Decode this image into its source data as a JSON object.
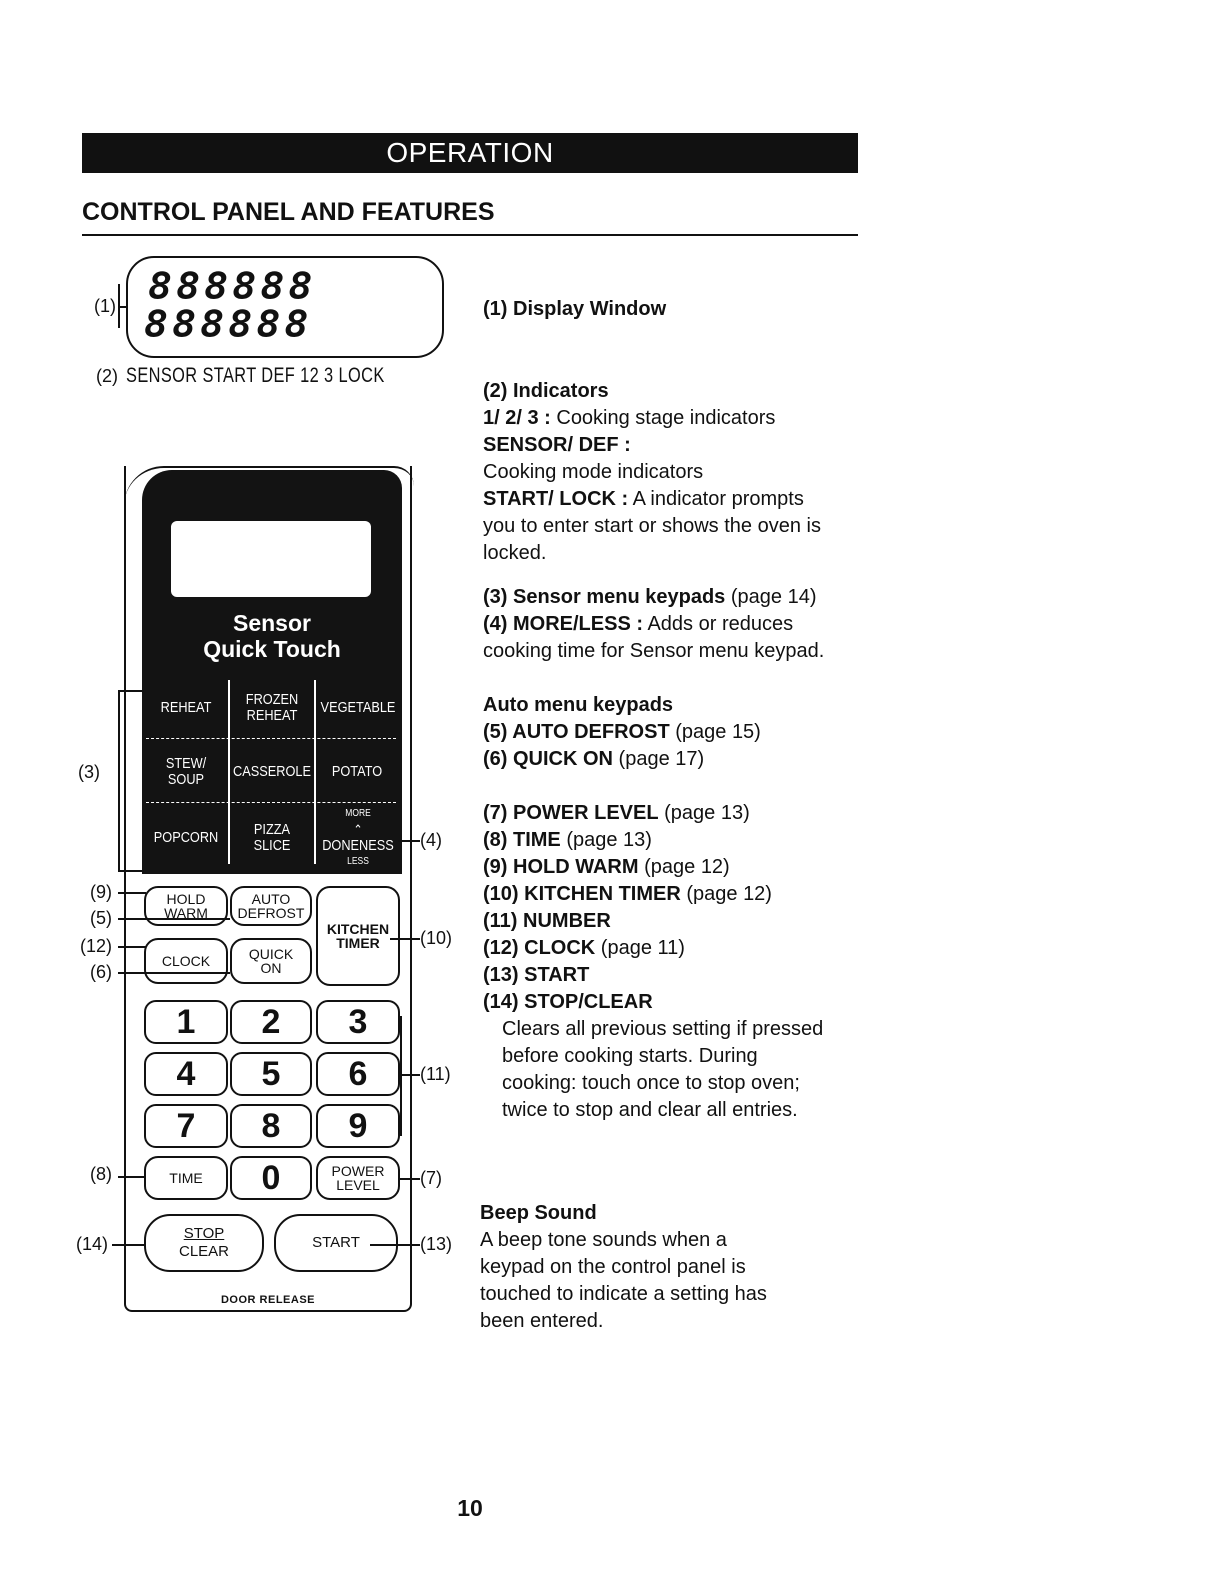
{
  "header": {
    "banner": "OPERATION",
    "section_title": "CONTROL PANEL AND FEATURES"
  },
  "display": {
    "callouts": {
      "window": "(1)",
      "indicators": "(2)"
    },
    "digits": "888888",
    "indicator_row": "SENSOR  START  DEF  12  3 LOCK"
  },
  "panel": {
    "sensor_title_1": "Sensor",
    "sensor_title_2": "Quick Touch",
    "menu": {
      "reheat": "REHEAT",
      "frozen_reheat_1": "FROZEN",
      "frozen_reheat_2": "REHEAT",
      "vegetable": "VEGETABLE",
      "stew_1": "STEW/",
      "stew_2": "SOUP",
      "casserole": "CASSEROLE",
      "potato": "POTATO",
      "popcorn": "POPCORN",
      "pizza_1": "PIZZA",
      "pizza_2": "SLICE",
      "more": "MORE",
      "doneness": "DONENESS",
      "less": "LESS"
    },
    "keys": {
      "hold_1": "HOLD",
      "hold_2": "WARM",
      "auto_1": "AUTO",
      "auto_2": "DEFROST",
      "kitchen_1": "KITCHEN",
      "kitchen_2": "TIMER",
      "clock": "CLOCK",
      "quick_1": "QUICK",
      "quick_2": "ON",
      "n1": "1",
      "n2": "2",
      "n3": "3",
      "n4": "4",
      "n5": "5",
      "n6": "6",
      "n7": "7",
      "n8": "8",
      "n9": "9",
      "n0": "0",
      "time": "TIME",
      "power_1": "POWER",
      "power_2": "LEVEL",
      "stop_1": "STOP",
      "stop_2": "CLEAR",
      "start": "START",
      "door_release": "DOOR RELEASE"
    },
    "callouts": {
      "c3": "(3)",
      "c4": "(4)",
      "c9": "(9)",
      "c5": "(5)",
      "c12": "(12)",
      "c6": "(6)",
      "c10": "(10)",
      "c11": "(11)",
      "c8": "(8)",
      "c7": "(7)",
      "c14": "(14)",
      "c13": "(13)"
    }
  },
  "descriptions": {
    "d1": "(1) Display Window",
    "d2_head": "(2) Indicators",
    "d2_a_bold": "1/ 2/ 3 :",
    "d2_a": " Cooking stage indicators",
    "d2_b_bold": "SENSOR/ DEF :",
    "d2_c": "Cooking mode indicators",
    "d2_d_bold": "START/ LOCK :",
    "d2_d": " A indicator prompts",
    "d2_e": "you to enter start or shows the oven is",
    "d2_f": "locked.",
    "d3_bold": "(3) Sensor menu keypads",
    "d3": " (page 14)",
    "d4_bold": "(4) MORE/LESS :",
    "d4": " Adds or reduces",
    "d4_b": "cooking time for Sensor menu keypad.",
    "auto_head": "Auto menu keypads",
    "d5_bold": "(5) AUTO DEFROST",
    "d5": " (page 15)",
    "d6_bold": "(6) QUICK ON",
    "d6": " (page 17)",
    "d7_bold": "(7)  POWER LEVEL",
    "d7": " (page 13)",
    "d8_bold": "(8)  TIME",
    "d8": " (page 13)",
    "d9_bold": "(9)  HOLD WARM",
    "d9": " (page 12)",
    "d10_bold": "(10) KITCHEN TIMER",
    "d10": " (page 12)",
    "d11_bold": "(11) NUMBER",
    "d12_bold": "(12) CLOCK",
    "d12": " (page 11)",
    "d13_bold": "(13) START",
    "d14_bold": "(14) STOP/CLEAR",
    "d14_a": "Clears all previous setting if pressed",
    "d14_b": "before cooking starts. During",
    "d14_c": "cooking: touch once to stop oven;",
    "d14_d": "twice to stop and clear all entries.",
    "beep_head": "Beep Sound",
    "beep_a": "A beep tone sounds when a",
    "beep_b": "keypad on the control panel is",
    "beep_c": "touched to indicate a setting has",
    "beep_d": "been entered."
  },
  "footer": {
    "page_number": "10"
  }
}
